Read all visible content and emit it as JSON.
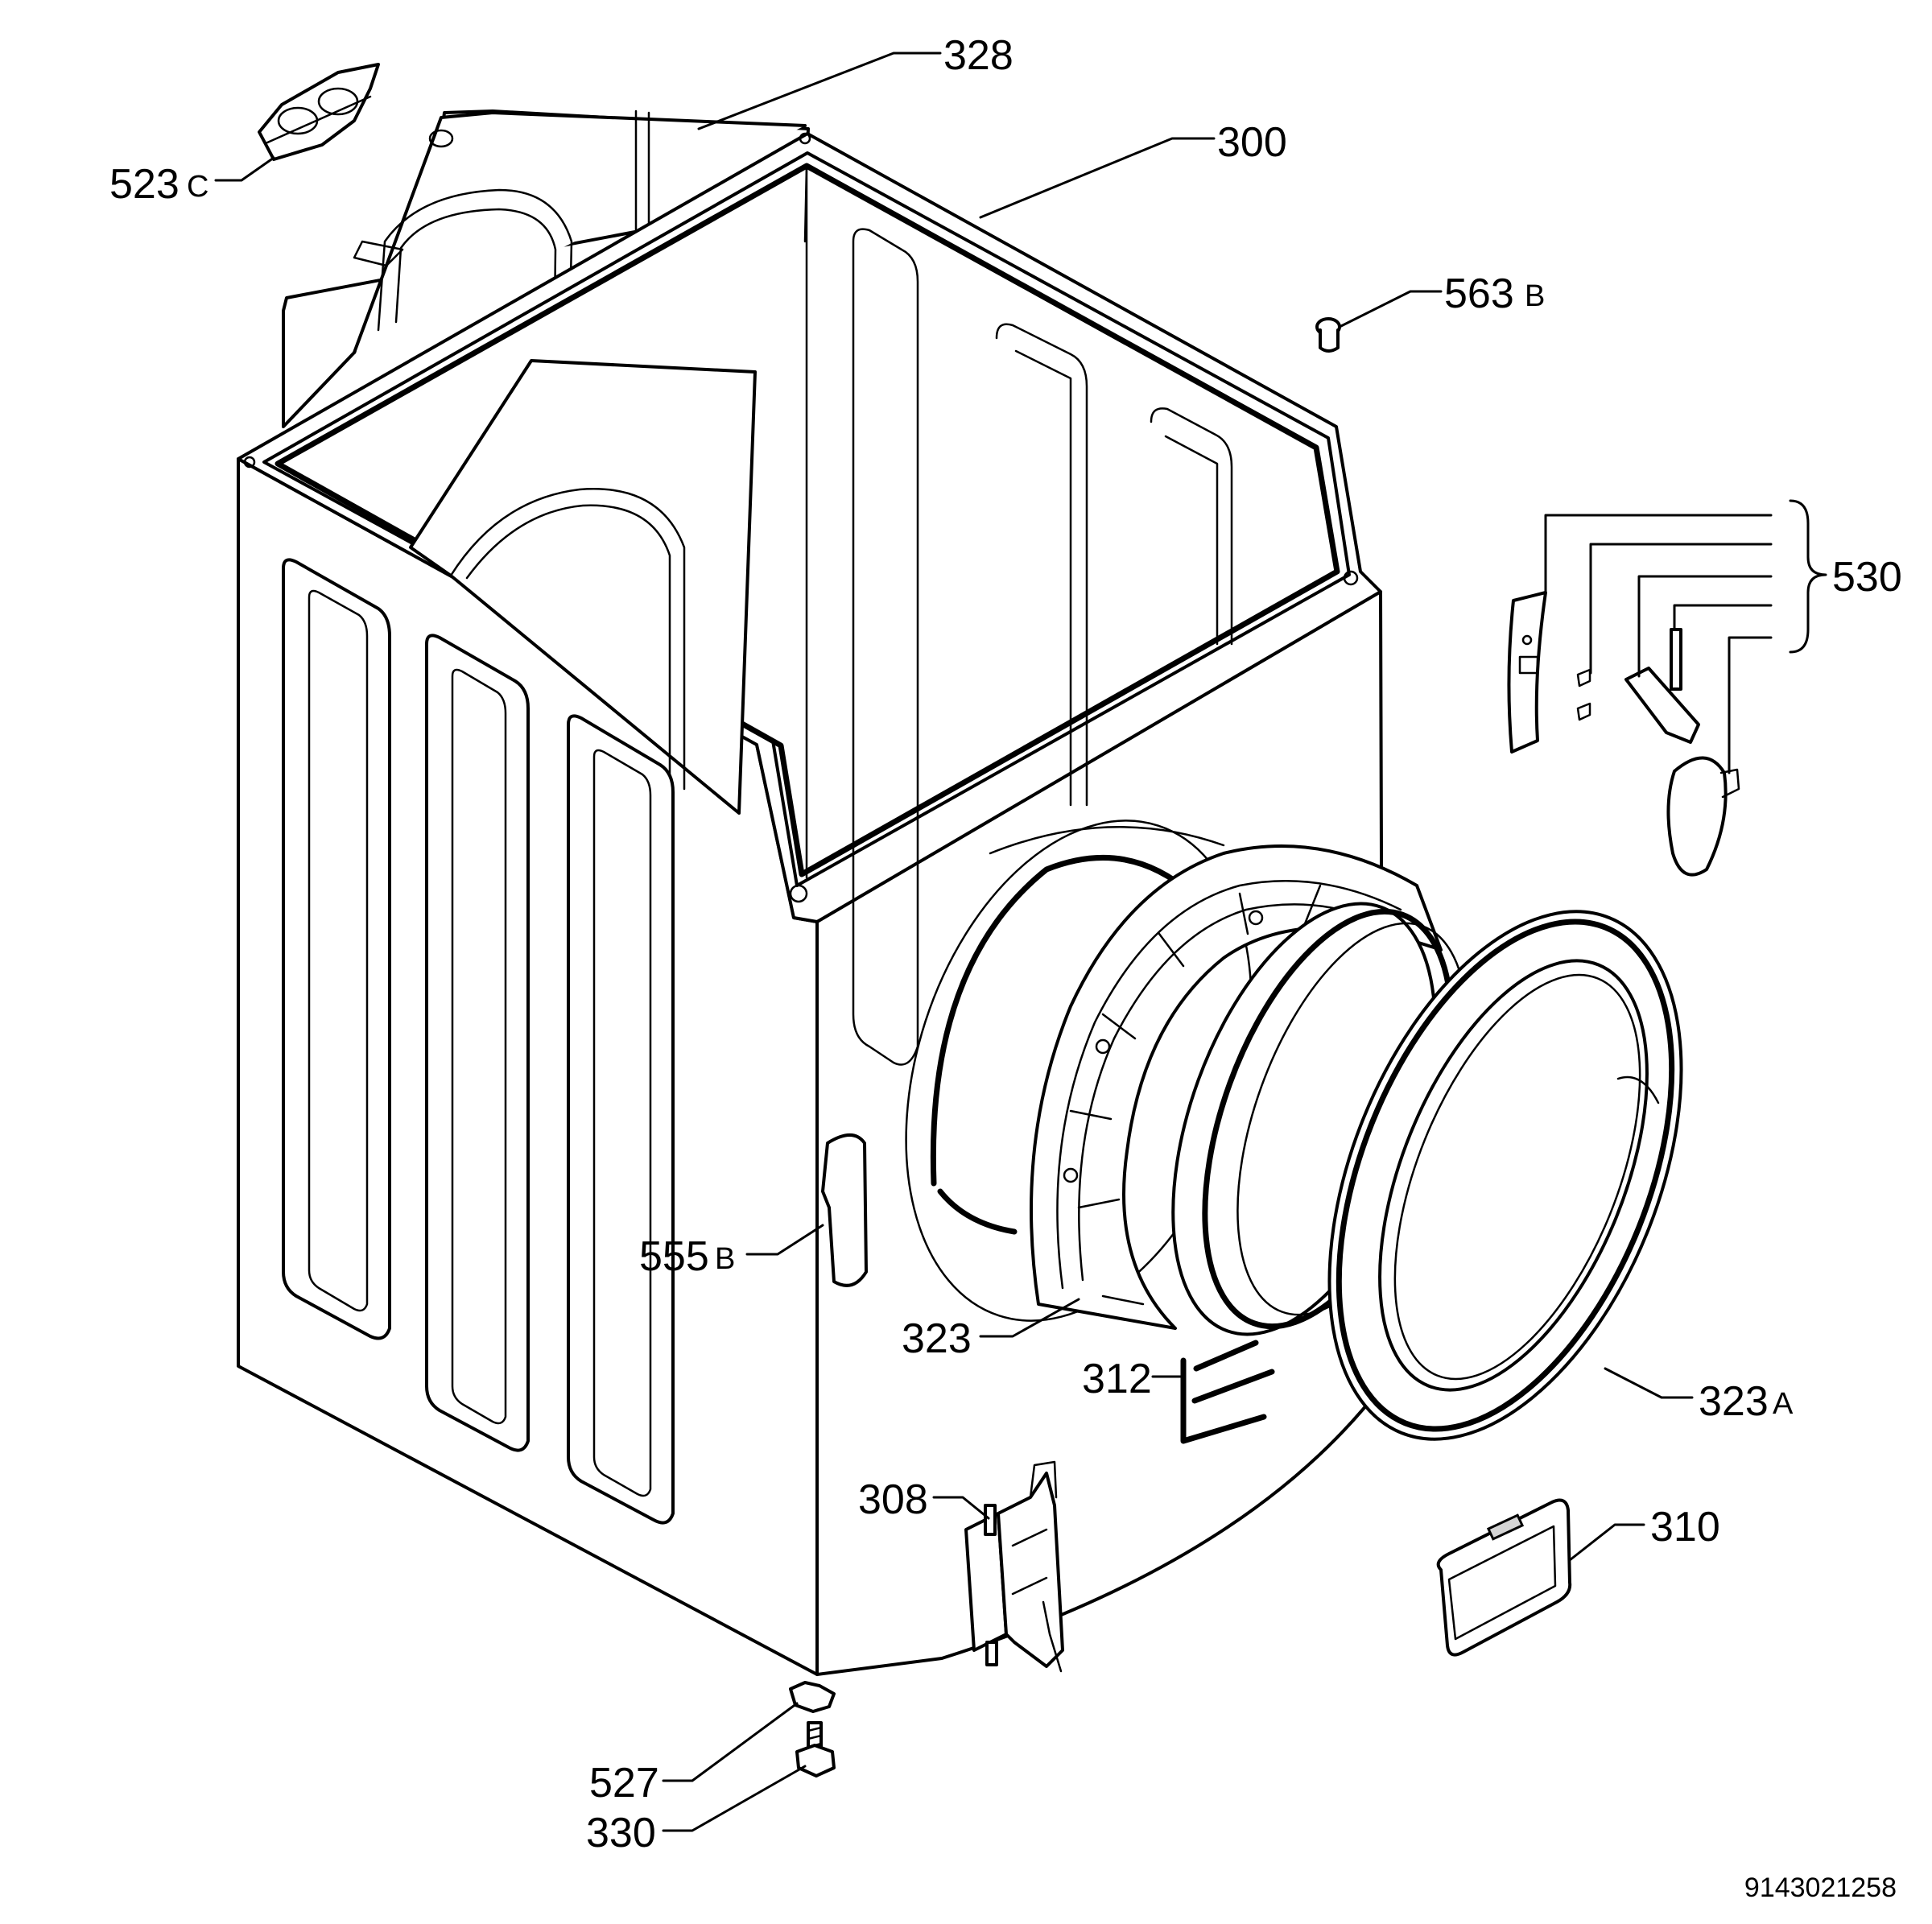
{
  "labels": {
    "l328": "328",
    "l523": "523",
    "l523_suffix": "C",
    "l300": "300",
    "l563": "563",
    "l563_suffix": "B",
    "l530": "530",
    "l555": "555",
    "l555_suffix": "B",
    "l323": "323",
    "l312": "312",
    "l323a": "323",
    "l323a_suffix": "A",
    "l308": "308",
    "l310": "310",
    "l527": "527",
    "l330": "330"
  },
  "drawing_code": "9143021258"
}
